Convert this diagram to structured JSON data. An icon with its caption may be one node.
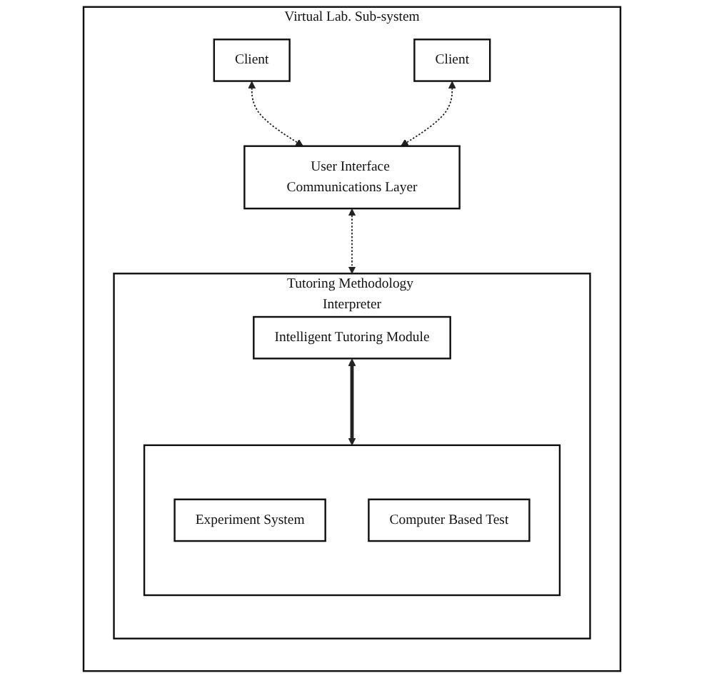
{
  "diagram": {
    "nodes": [
      {
        "text": [
          "Virtual Lab. Sub-system"
        ]
      },
      {
        "text": [
          "Client"
        ],
        "in": 0
      },
      {
        "text": [
          "Client"
        ],
        "in": 0
      },
      {
        "text": [
          "User Interface Communications Layer"
        ],
        "in": 0
      },
      {
        "text": [
          "Tutoring Methodology Interpreter"
        ],
        "in": 0
      },
      {
        "text": [
          "Intelligent Tutoring Module"
        ],
        "in": 4
      },
      {
        "text": [],
        "shape": "box",
        "in": 4
      },
      {
        "text": [
          "Experiment System"
        ],
        "in": 6
      },
      {
        "text": [
          "Computer Based Test"
        ],
        "in": 6
      }
    ],
    "edges": [
      {
        "from": 1,
        "to": 3,
        "arrow": "both",
        "style": "dashed"
      },
      {
        "from": 2,
        "to": 3,
        "arrow": "both",
        "style": "dashed"
      },
      {
        "from": 3,
        "to": 4,
        "arrow": "both",
        "style": "dashed"
      },
      {
        "from": 5,
        "to": 6,
        "arrow": "both",
        "style": "thick"
      }
    ]
  }
}
